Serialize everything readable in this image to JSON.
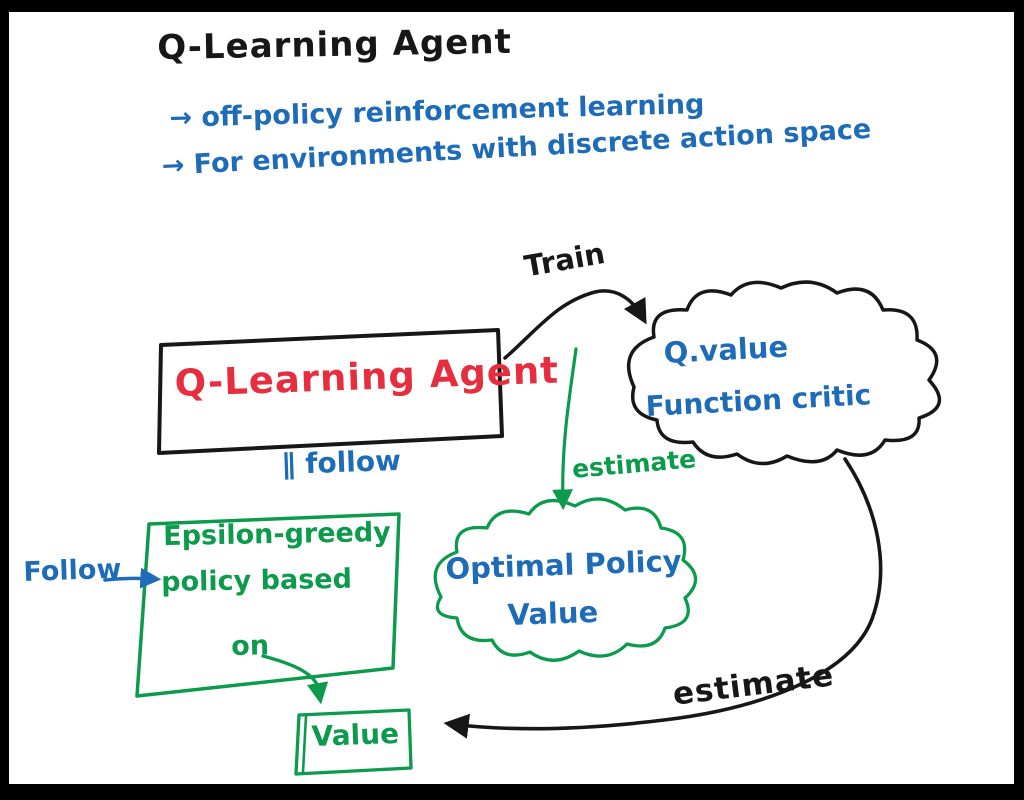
{
  "colors": {
    "ink": "#171717",
    "blue": "#1e6cb8",
    "green": "#0c9b4c",
    "red": "#e62e3e",
    "background": "#ffffff"
  },
  "title": "Q-Learning Agent",
  "notes": {
    "line1": "→ off-policy reinforcement learning",
    "line2": "→ For environments with discrete action space"
  },
  "agent_box": {
    "label": "Q-Learning Agent"
  },
  "labels": {
    "train": "Train",
    "estimate_green": "estimate",
    "estimate_black": "estimate",
    "follow_inline": "∥ follow",
    "follow_left": "Follow"
  },
  "critic_cloud": {
    "line1": "Q.value",
    "line2": "Function critic"
  },
  "optimal_cloud": {
    "line1": "Optimal Policy",
    "line2": "Value"
  },
  "policy_box": {
    "line1": "Epsilon-greedy",
    "line2": "policy based",
    "line3": "on"
  },
  "value_box": {
    "label": "Value"
  }
}
